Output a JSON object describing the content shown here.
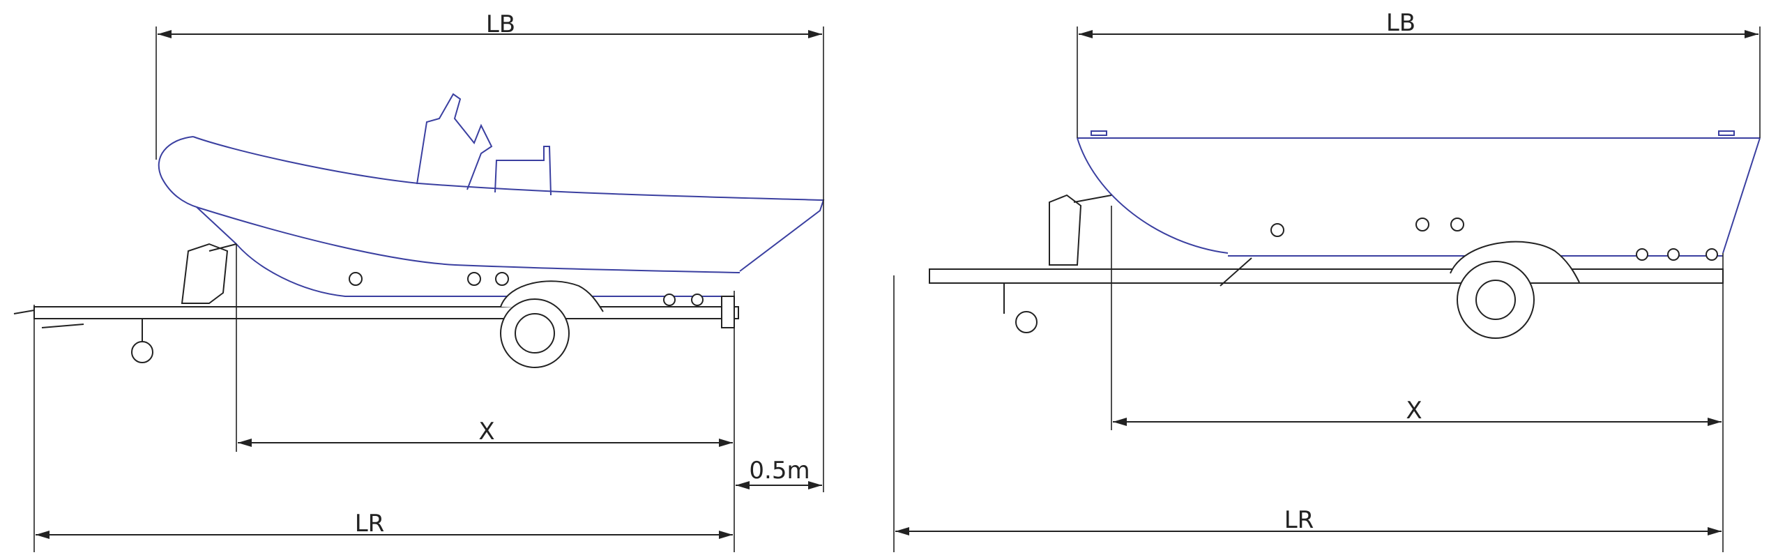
{
  "left_diagram": {
    "labels": {
      "boat_length": "LB",
      "distance": "X",
      "overhang": "0.5m",
      "trailer_length": "LR"
    }
  },
  "right_diagram": {
    "labels": {
      "boat_length": "LB",
      "distance": "X",
      "trailer_length": "LR"
    }
  },
  "colors": {
    "boat_outline": "#3a3fa0",
    "dimension_lines": "#222222"
  }
}
